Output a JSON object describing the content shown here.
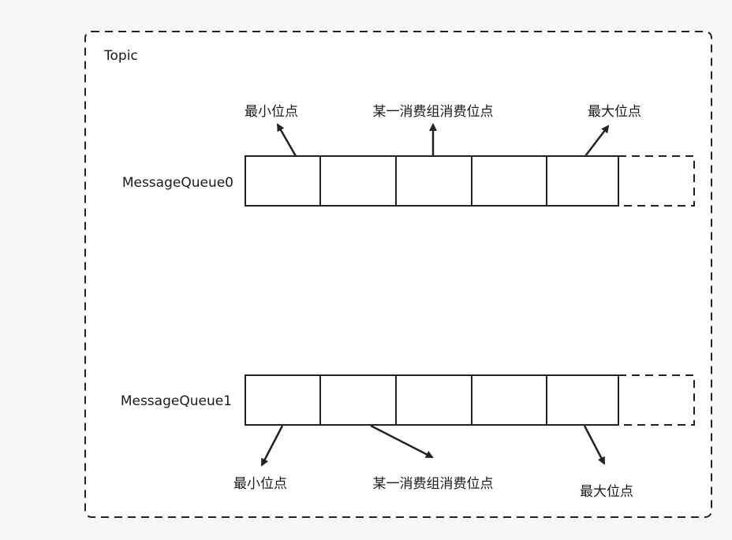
{
  "topic": {
    "label": "Topic"
  },
  "queues": [
    {
      "name": "MessageQueue0",
      "slots": 5,
      "pending_slots": 1,
      "pointers": {
        "min_label": "最小位点",
        "consumer_label": "某一消费组消费位点",
        "max_label": "最大位点"
      }
    },
    {
      "name": "MessageQueue1",
      "slots": 5,
      "pending_slots": 1,
      "pointers": {
        "min_label": "最小位点",
        "consumer_label": "某一消费组消费位点",
        "max_label": "最大位点"
      }
    }
  ],
  "colors": {
    "background": "#f7f7f7",
    "stroke": "#222222",
    "box_fill": "#ffffff"
  }
}
